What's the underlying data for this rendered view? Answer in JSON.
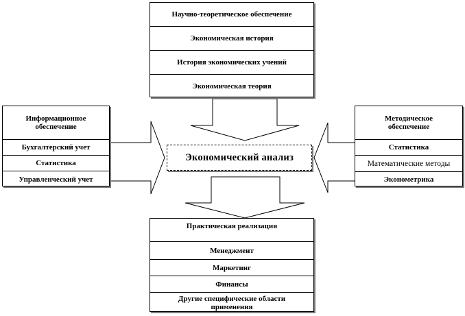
{
  "center": {
    "label": "Экономический анализ"
  },
  "top": {
    "header": "Научно-теоретическое   обеспечение",
    "items": [
      "Экономическая история",
      "История экономических учений",
      "Экономическая теория"
    ]
  },
  "left": {
    "header": "Информационное обеспечение",
    "items": [
      "Бухгалтерский  учет",
      "Статистика",
      "Управленческий учет"
    ]
  },
  "right": {
    "header": "Методическое обеспечение",
    "items": [
      "Статистика",
      "Математические методы",
      "Эконометрика"
    ]
  },
  "bottom": {
    "header": "Практическая  реализация",
    "items": [
      "Менеджмент",
      "Маркетинг",
      "Финансы",
      "Другие специфические области применения"
    ]
  }
}
